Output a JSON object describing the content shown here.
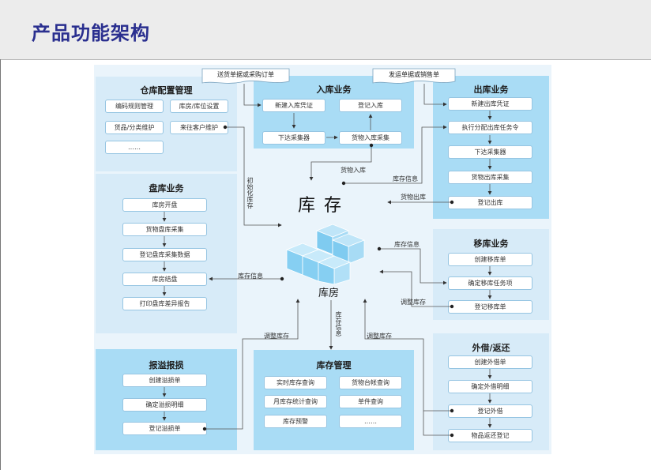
{
  "page": {
    "title": "产品功能架构"
  },
  "docs": {
    "purchase": "送货单据或采购订单",
    "sales": "发运单据或销售单"
  },
  "warehouse_config": {
    "title": "仓库配置管理",
    "items": [
      "编码规则管理",
      "库房/库位设置",
      "货品/分类维护",
      "来往客户维护",
      "……"
    ]
  },
  "inbound": {
    "title": "入库业务",
    "items": [
      "新建入库凭证",
      "登记入库",
      "下达采集器",
      "货物入库采集"
    ]
  },
  "outbound": {
    "title": "出库业务",
    "items": [
      "新建出库凭证",
      "执行分配出库任务令",
      "下达采集器",
      "货物出库采集",
      "登记出库"
    ]
  },
  "stocktake": {
    "title": "盘库业务",
    "items": [
      "库房开盘",
      "货物盘库采集",
      "登记盘库采集数据",
      "库房结盘",
      "打印盘库差异报告"
    ]
  },
  "transfer": {
    "title": "移库业务",
    "items": [
      "创建移库单",
      "确定移库任务项",
      "登记移库单"
    ]
  },
  "loss": {
    "title": "报溢报损",
    "items": [
      "创建溢损单",
      "确定溢损明细",
      "登记溢损单"
    ]
  },
  "inventory_mgmt": {
    "title": "库存管理",
    "items": [
      "实时库存查询",
      "货物台帐查询",
      "月库存统计查询",
      "单件查询",
      "库存预警",
      "……"
    ]
  },
  "lending": {
    "title": "外借/返还",
    "items": [
      "创建外借单",
      "确定外借明细",
      "登记外借",
      "物品返还登记"
    ]
  },
  "center": {
    "inventory": "库  存",
    "warehouse": "库房"
  },
  "flows": {
    "goods_in": "货物入库",
    "stock_info_out": "库存信息",
    "goods_out": "货物出库",
    "init_stock": "初始化库存",
    "stock_info_stocktake": "库存信息",
    "stock_info_transfer": "库存信息",
    "adjust_transfer": "调整库存",
    "adjust_loss": "调整库存",
    "stock_info_mgmt": "库存信息",
    "adjust_lending": "调整库存"
  }
}
